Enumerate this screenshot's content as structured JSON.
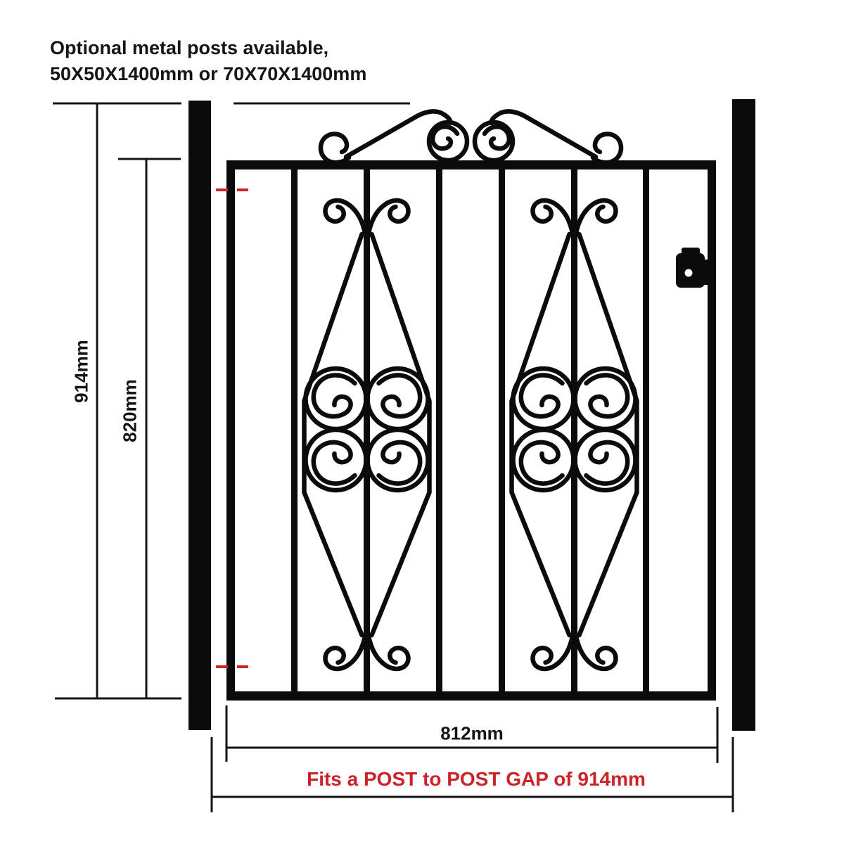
{
  "note": {
    "line1": "Optional metal posts available,",
    "line2": "50X50X1400mm or 70X70X1400mm"
  },
  "dimensions": {
    "overall_height_label": "914mm",
    "frame_height_label": "820mm",
    "gate_width_label": "812mm"
  },
  "fit_note": "Fits a POST to POST GAP of 914mm",
  "colors": {
    "ink": "#111111",
    "accent_red": "#cc2328",
    "background": "#ffffff"
  }
}
